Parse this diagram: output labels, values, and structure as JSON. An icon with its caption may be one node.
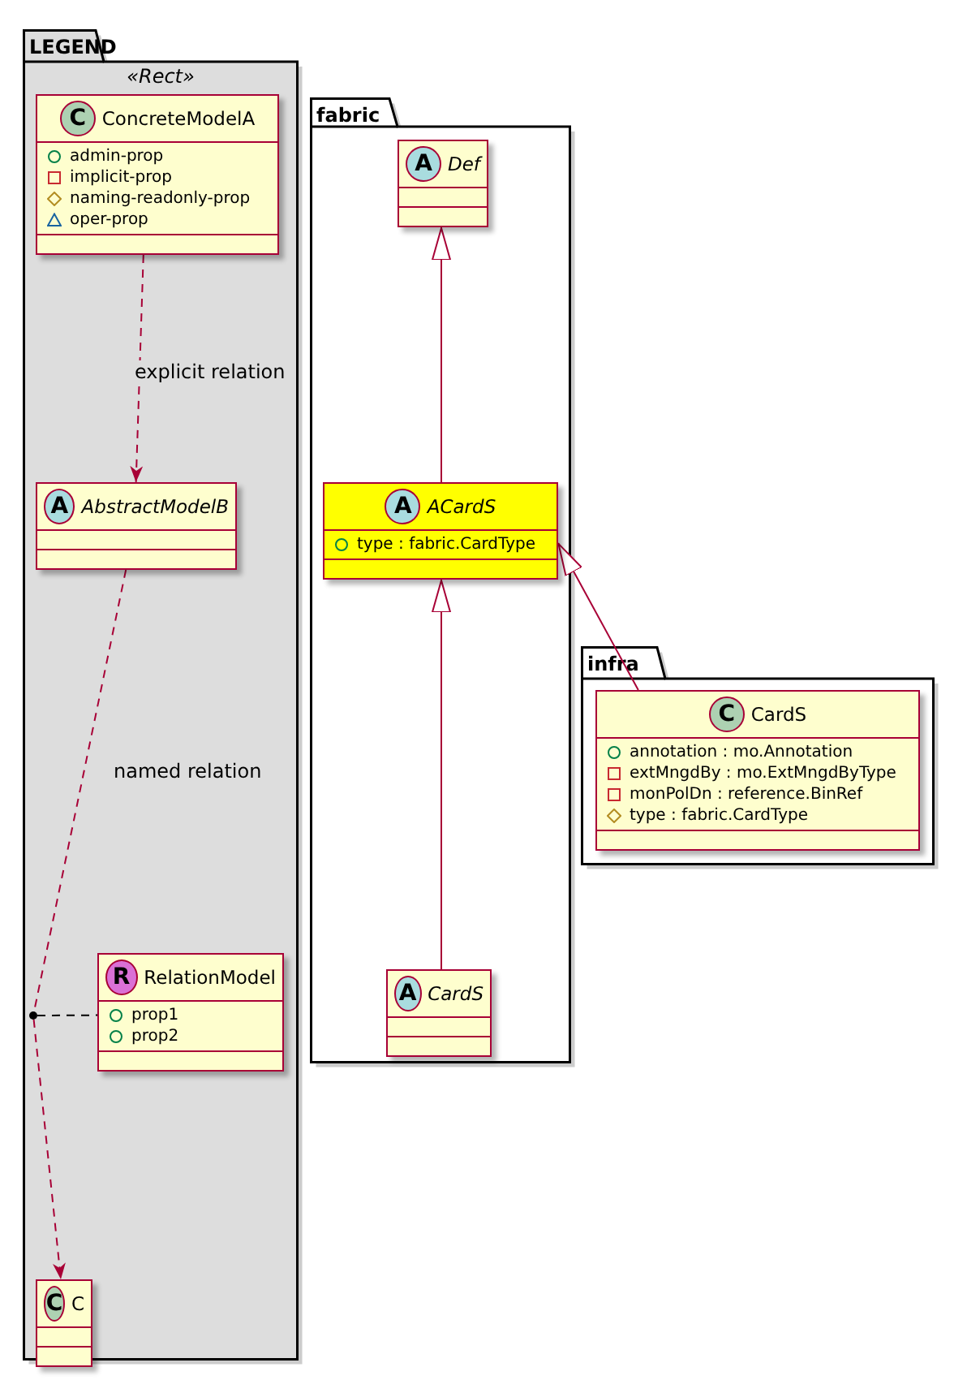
{
  "diagram": {
    "nodes": [
      {
        "text": [
          "LEGEND",
          "«Rect»"
        ]
      },
      {
        "text": [
          "C",
          "ConcreteModelA",
          "admin-prop",
          "implicit-prop",
          "naming-readonly-prop",
          "oper-prop"
        ],
        "in": 0
      },
      {
        "text": [
          "A",
          "AbstractModelB"
        ],
        "in": 0
      },
      {
        "text": [],
        "shape": "circle",
        "in": 0
      },
      {
        "text": [
          "R",
          "RelationModel",
          "prop1",
          "prop2"
        ],
        "in": 0
      },
      {
        "text": [
          "C",
          "C"
        ],
        "in": 0
      },
      {
        "text": [
          "fabric"
        ]
      },
      {
        "text": [
          "A",
          "Def"
        ],
        "in": 6
      },
      {
        "text": [
          "A",
          "ACardS",
          "type : fabric.CardType"
        ],
        "in": 6
      },
      {
        "text": [
          "A",
          "CardS"
        ],
        "in": 6
      },
      {
        "text": [
          "infra"
        ]
      },
      {
        "text": [
          "C",
          "CardS",
          "annotation : mo.Annotation",
          "extMngdBy : mo.ExtMngdByType",
          "monPolDn : reference.BinRef",
          "type : fabric.CardType"
        ],
        "in": 10
      }
    ],
    "edges": [
      {
        "from": 1,
        "to": 2,
        "arrow": "to",
        "style": "dashed",
        "label": "explicit relation"
      },
      {
        "from": 2,
        "to": 3,
        "arrow": "none",
        "style": "dashed",
        "label": "named relation"
      },
      {
        "from": 3,
        "to": 5,
        "arrow": "to",
        "style": "dashed"
      },
      {
        "from": 3,
        "to": 4,
        "arrow": "none",
        "style": "dashed",
        "color": "#000000"
      },
      {
        "from": 8,
        "to": 7,
        "arrow": "to"
      },
      {
        "from": 9,
        "to": 8,
        "arrow": "to"
      },
      {
        "from": 11,
        "to": 8,
        "arrow": "to"
      }
    ]
  }
}
